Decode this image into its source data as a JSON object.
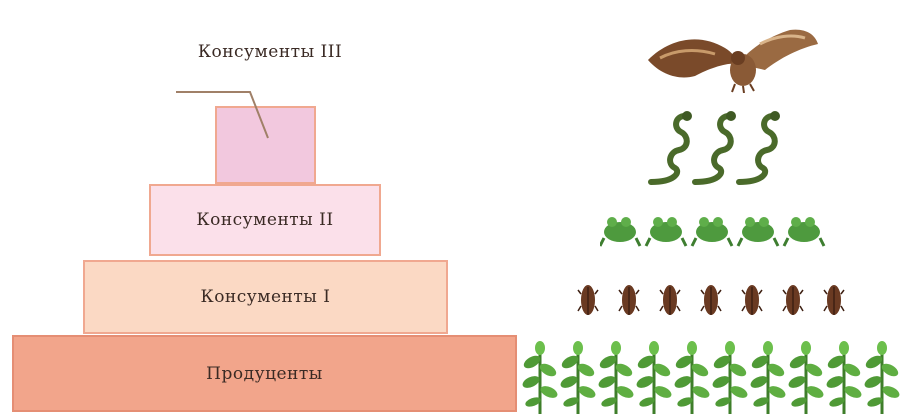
{
  "pyramid": {
    "levels": [
      {
        "label": "Продуценты"
      },
      {
        "label": "Консументы I"
      },
      {
        "label": "Консументы II"
      },
      {
        "label": "Консументы III"
      }
    ],
    "colors": {
      "producers": "#f2a58b",
      "consumers_1": "#fbd9c4",
      "consumers_2": "#fbe0ea",
      "consumers_3": "#f2c8de",
      "border": "#f0a890"
    }
  },
  "illustrations": {
    "rows": [
      {
        "icon": "owl-icon",
        "count": 1
      },
      {
        "icon": "snake-icon",
        "count": 3
      },
      {
        "icon": "frog-icon",
        "count": 5
      },
      {
        "icon": "beetle-icon",
        "count": 7
      },
      {
        "icon": "plant-icon",
        "count": 10
      }
    ]
  }
}
